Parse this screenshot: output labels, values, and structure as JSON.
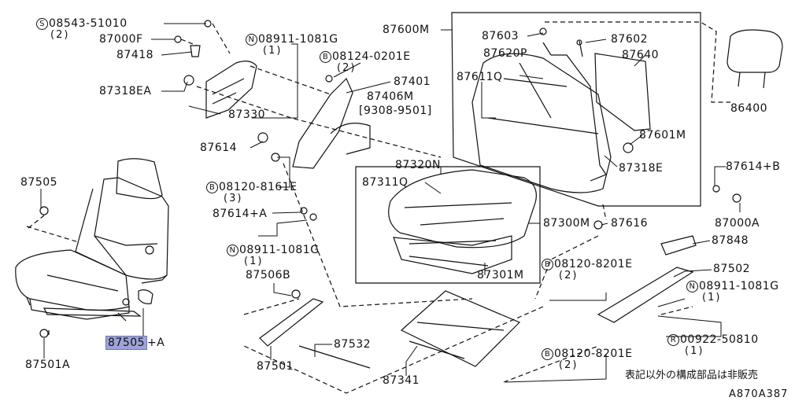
{
  "diagram": {
    "reference_code": "A870A387",
    "note": "表記以外の構成部品は非販売",
    "labels": {
      "p08543": {
        "prefix": "S",
        "number": "08543-51010",
        "qty": "(2)"
      },
      "p87000F": {
        "number": "87000F"
      },
      "p87418": {
        "number": "87418"
      },
      "p87318EA": {
        "number": "87318EA"
      },
      "p87330": {
        "number": "87330"
      },
      "p87614a": {
        "number": "87614"
      },
      "p08911a": {
        "prefix": "N",
        "number": "08911-1081G",
        "qty": "(1)"
      },
      "p08124": {
        "prefix": "B",
        "number": "08124-0201E",
        "qty": "(2)"
      },
      "p87401": {
        "number": "87401"
      },
      "p87406M": {
        "number": "87406M"
      },
      "p9308": {
        "number": "[9308-9501]"
      },
      "p87600M": {
        "number": "87600M"
      },
      "p87603": {
        "number": "87603"
      },
      "p87602": {
        "number": "87602"
      },
      "p87620P": {
        "number": "87620P"
      },
      "p87640": {
        "number": "87640"
      },
      "p87611Q": {
        "number": "87611Q"
      },
      "p86400": {
        "number": "86400"
      },
      "p87601M": {
        "number": "87601M"
      },
      "p87318E": {
        "number": "87318E"
      },
      "p87614B": {
        "number": "87614+B"
      },
      "p87000A": {
        "number": "87000A"
      },
      "p87505": {
        "number": "87505"
      },
      "p08120a": {
        "prefix": "B",
        "number": "08120-8161E",
        "qty": "(3)"
      },
      "p87614A": {
        "number": "87614+A"
      },
      "p08911b": {
        "prefix": "N",
        "number": "08911-1081G",
        "qty": "(1)"
      },
      "p87506B": {
        "number": "87506B"
      },
      "p87320N": {
        "number": "87320N"
      },
      "p87311Q": {
        "number": "87311Q"
      },
      "p87300M": {
        "number": "87300M"
      },
      "p87301M": {
        "number": "87301M"
      },
      "p87616": {
        "number": "87616"
      },
      "p87848": {
        "number": "87848"
      },
      "p87502": {
        "number": "87502"
      },
      "p08911c": {
        "prefix": "N",
        "number": "08911-1081G",
        "qty": "(1)"
      },
      "p08120b": {
        "prefix": "B",
        "number": "08120-8201E",
        "qty": "(2)"
      },
      "p00922": {
        "prefix": "R",
        "number": "00922-50810",
        "qty": "(1)"
      },
      "p08120c": {
        "prefix": "B",
        "number": "08120-8201E",
        "qty": "(2)"
      },
      "p87532": {
        "number": "87532"
      },
      "p87501": {
        "number": "87501"
      },
      "p87501A": {
        "number": "87501A"
      },
      "p87341": {
        "number": "87341"
      },
      "p87505A_base": {
        "number": "87505"
      },
      "p87505A_suffix": {
        "number": "+A"
      }
    },
    "highlight_color": "#9da3d8"
  }
}
